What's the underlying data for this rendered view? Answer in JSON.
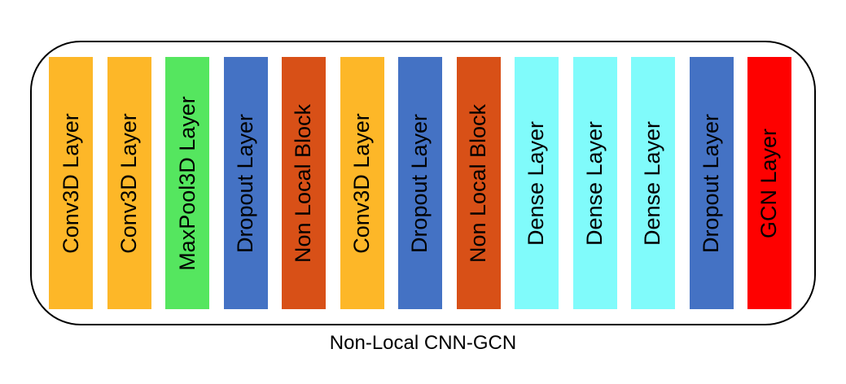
{
  "diagram": {
    "caption": "Non-Local CNN-GCN",
    "text_color": "#000000",
    "outline_color": "#000000",
    "background_color": "#ffffff",
    "layers": [
      {
        "label": "Conv3D Layer",
        "color": "#FDB728"
      },
      {
        "label": "Conv3D Layer",
        "color": "#FDB728"
      },
      {
        "label": "MaxPool3D Layer",
        "color": "#55E65F"
      },
      {
        "label": "Dropout Layer",
        "color": "#4472C4"
      },
      {
        "label": "Non Local Block",
        "color": "#D85017"
      },
      {
        "label": "Conv3D Layer",
        "color": "#FDB728"
      },
      {
        "label": "Dropout Layer",
        "color": "#4472C4"
      },
      {
        "label": "Non Local Block",
        "color": "#D85017"
      },
      {
        "label": "Dense Layer",
        "color": "#80FBFB"
      },
      {
        "label": "Dense Layer",
        "color": "#80FBFB"
      },
      {
        "label": "Dense Layer",
        "color": "#80FBFB"
      },
      {
        "label": "Dropout Layer",
        "color": "#4472C4"
      },
      {
        "label": "GCN Layer",
        "color": "#FE0100"
      }
    ]
  }
}
